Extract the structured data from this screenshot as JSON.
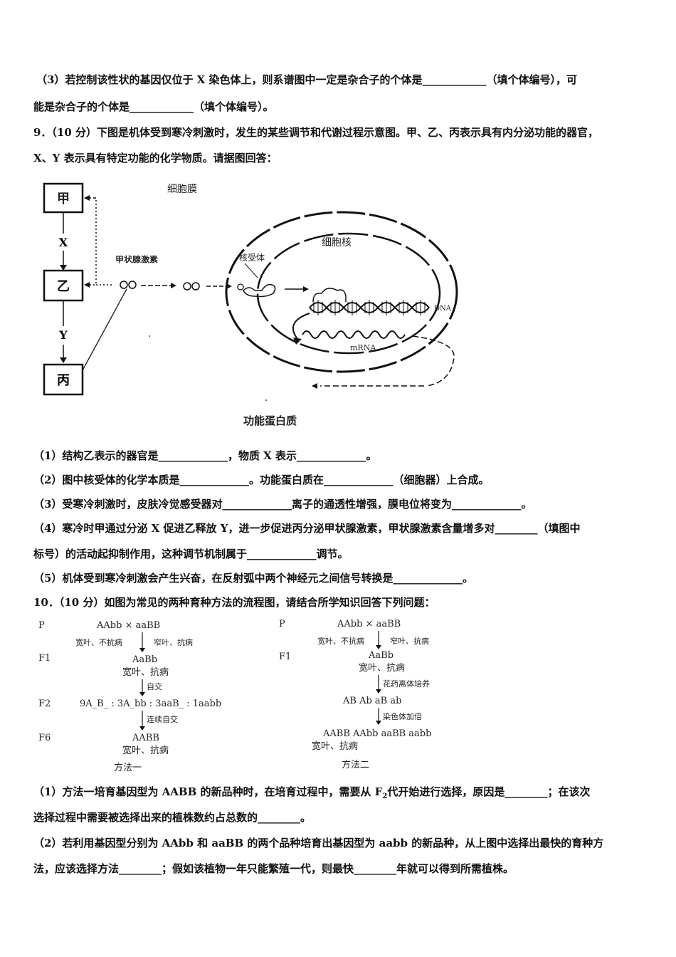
{
  "lines": {
    "l1": "（3）若控制该性状的基因仅位于 X 染色体上，则系谱图中一定是杂合子的个体是____________（填个体编号），可",
    "l2": "能是杂合子的个体是____________（填个体编号）。",
    "l3": "9．（10 分）下图是机体受到寒冷刺激时，发生的某些调节和代谢过程示意图。甲、乙、丙表示具有内分泌功能的器官，",
    "l4": "X、Y 表示具有特定功能的化学物质。请据图回答：",
    "l5": "（1）结构乙表示的器官是_____________，物质 X 表示_____________。",
    "l6": "（2）图中核受体的化学本质是_____________。功能蛋白质在_____________（细胞器）上合成。",
    "l7": "（3）受寒冷刺激时，皮肤冷觉感受器对_____________离子的通透性增强，膜电位将变为_____________。",
    "l8": "（4）寒冷时甲通过分泌 X 促进乙释放 Y，进一步促进丙分泌甲状腺激素，甲状腺激素含量增多对________（填图中",
    "l9": "标号）的活动起抑制作用，这种调节机制属于_____________调节。",
    "l10": "（5）机体受到寒冷刺激会产生兴奋，在反射弧中两个神经元之间信号转换是_____________。",
    "l11": "10．（10 分）如图为常见的两种育种方法的流程图，请结合所学知识回答下列问题：",
    "l12a": "（1）方法一培育基因型为 AABB 的新品种时，在培育过程中，需要从 F",
    "l12sub": "2",
    "l12b": "代开始进行选择，原因是________；在该次",
    "l13": "选择过程中需要被选择出来的植株数约占总数的________。",
    "l14": "（2）若利用基因型分别为 AAbb 和 aaBB 的两个品种培育出基因型为 aabb 的新品种，从上图中选择出最快的育种方",
    "l15": "法，应该选择方法________；假如该植物一年只能繁殖一代，则最快________年就可以得到所需植株。"
  },
  "diagram1": {
    "organ_jia": "甲",
    "organ_yi": "乙",
    "organ_bing": "丙",
    "sub_x": "X",
    "sub_y": "Y",
    "hormone": "甲状腺激素",
    "cell_membrane": "细胞膜",
    "nucleus": "细胞核",
    "receptor": "核受体",
    "dna": "DNA",
    "mrna": "mRNA",
    "protein": "功能蛋白质"
  },
  "diagram2": {
    "m1": {
      "p": "P",
      "f1": "F1",
      "f2": "F2",
      "f6": "F6",
      "cross": "AAbb  ×  aaBB",
      "parent1": "宽叶、不抗病",
      "parent2": "窄叶、抗病",
      "f1_geno": "AaBb",
      "f1_pheno": "宽叶、抗病",
      "step1": "自交",
      "f2_ratio": "9A_B_ : 3A_bb : 3aaB_ : 1aabb",
      "step2": "连续自交",
      "f6_geno": "AABB",
      "f6_pheno": "宽叶、抗病",
      "title": "方法一"
    },
    "m2": {
      "p": "P",
      "f1": "F1",
      "cross": "AAbb  ×  aaBB",
      "parent1": "宽叶、不抗病",
      "parent2": "窄叶、抗病",
      "f1_geno": "AaBb",
      "f1_pheno": "宽叶、抗病",
      "step1": "花药离体培养",
      "gametes": "AB   Ab   aB   ab",
      "step2": "染色体加倍",
      "result": "AABB   AAbb   aaBB   aabb",
      "result_pheno": "宽叶、抗病",
      "title": "方法二"
    }
  }
}
